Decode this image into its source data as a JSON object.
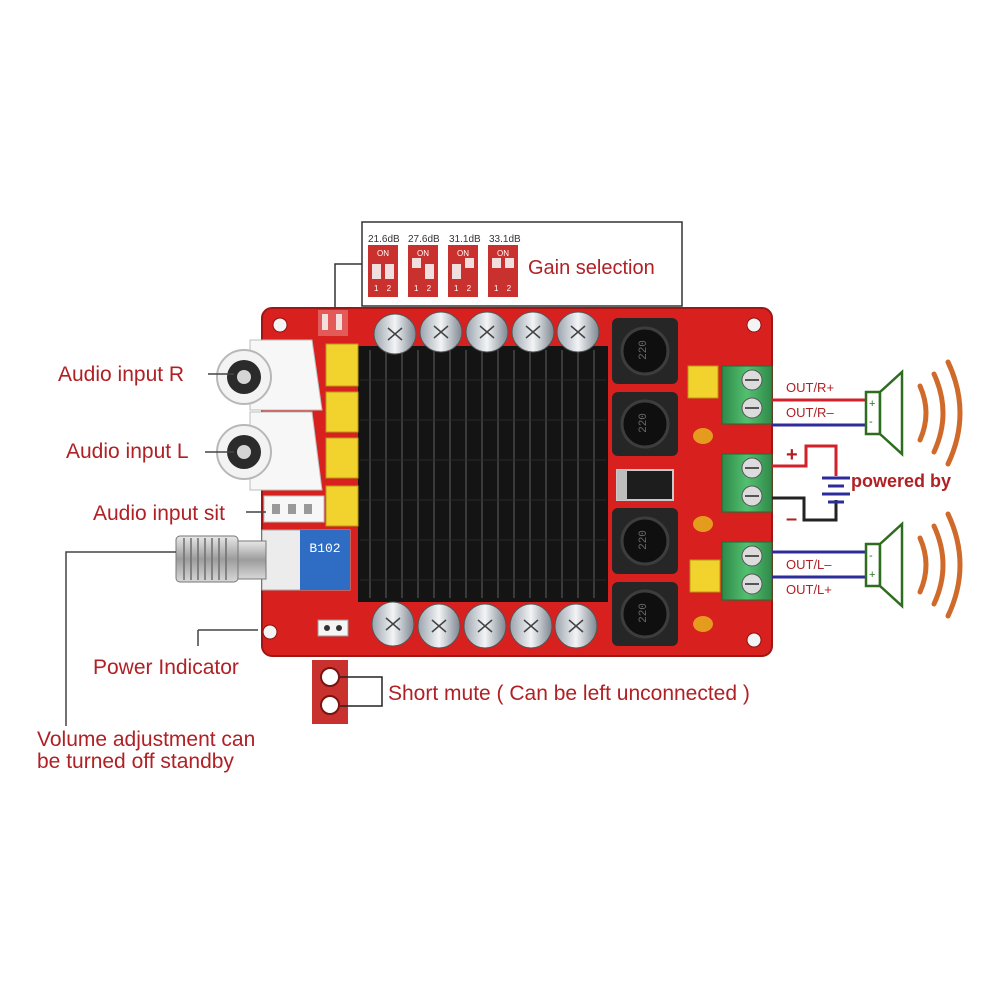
{
  "labels": {
    "audio_input_r": "Audio input R",
    "audio_input_l": "Audio input L",
    "audio_input_sit": "Audio input sit",
    "power_indicator": "Power Indicator",
    "volume_line1": "Volume adjustment can",
    "volume_line2": "be turned off standby",
    "gain_selection": "Gain selection",
    "short_mute": "Short mute ( Can be left unconnected )",
    "powered_by": "powered by"
  },
  "gain_options": [
    {
      "value": "21.6dB",
      "on": "ON",
      "pins": "1 2"
    },
    {
      "value": "27.6dB",
      "on": "ON",
      "pins": "1 2"
    },
    {
      "value": "31.1dB",
      "on": "ON",
      "pins": "1 2"
    },
    {
      "value": "33.1dB",
      "on": "ON",
      "pins": "1 2"
    }
  ],
  "outputs": {
    "out_r_plus": "OUT/R+",
    "out_r_minus": "OUT/R–",
    "out_l_minus": "OUT/L–",
    "out_l_plus": "OUT/L+"
  },
  "power_signs": {
    "plus": "+",
    "minus": "–"
  },
  "pcb_markings": {
    "pot": "B102",
    "inductor": "220"
  },
  "colors": {
    "label": "#b02024",
    "pcb": "#d8201e",
    "heatsink": "#141414",
    "terminal": "#3aa35a",
    "wire_red": "#d3202a",
    "wire_blue": "#2c2c9a",
    "speaker": "#2e6d1f",
    "sound_wave": "#d06a2a"
  }
}
